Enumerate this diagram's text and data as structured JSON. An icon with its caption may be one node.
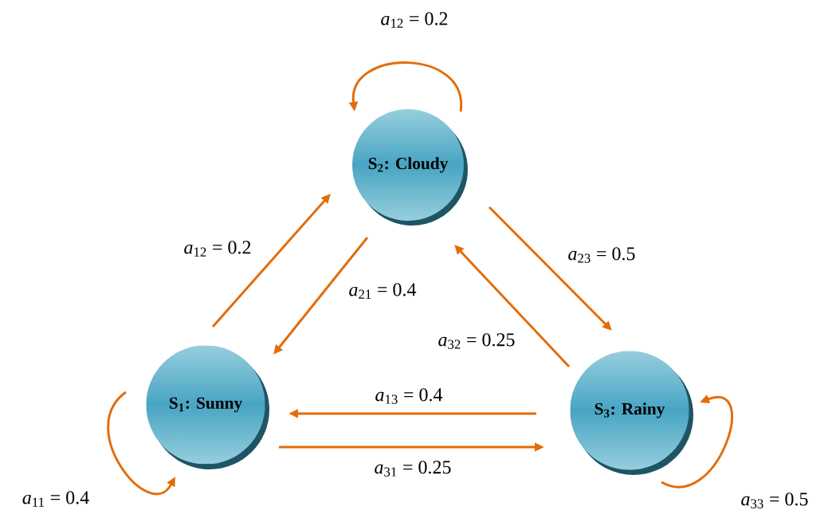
{
  "diagram": {
    "nodes": [
      {
        "text": [
          "S$_{2}$: Cloudy"
        ]
      },
      {
        "text": [
          "S$_{1}$: Sunny"
        ]
      },
      {
        "text": [
          "S$_{3}$: Rainy"
        ]
      }
    ],
    "edges": [
      {
        "from": 1,
        "to": 0,
        "arrow": "to",
        "label": "*a*$_{12}$ = 0.2"
      },
      {
        "from": 0,
        "to": 1,
        "arrow": "to",
        "label": "*a*$_{21}$ = 0.4"
      },
      {
        "from": 0,
        "to": 2,
        "arrow": "to",
        "label": "*a*$_{23}$ = 0.5"
      },
      {
        "from": 2,
        "to": 0,
        "arrow": "to",
        "label": "*a*$_{32}$ = 0.25"
      },
      {
        "from": 2,
        "to": 1,
        "arrow": "to",
        "label": "*a*$_{13}$ = 0.4"
      },
      {
        "from": 1,
        "to": 2,
        "arrow": "to",
        "label": "*a*$_{31}$ = 0.25"
      },
      {
        "from": 0,
        "to": 0,
        "arrow": "to",
        "label": "*a*$_{12}$ = 0.2"
      },
      {
        "from": 1,
        "to": 1,
        "arrow": "to",
        "label": "*a*$_{11}$ = 0.4"
      },
      {
        "from": 2,
        "to": 2,
        "arrow": "to",
        "label": "*a*$_{33}$ = 0.5"
      }
    ]
  }
}
